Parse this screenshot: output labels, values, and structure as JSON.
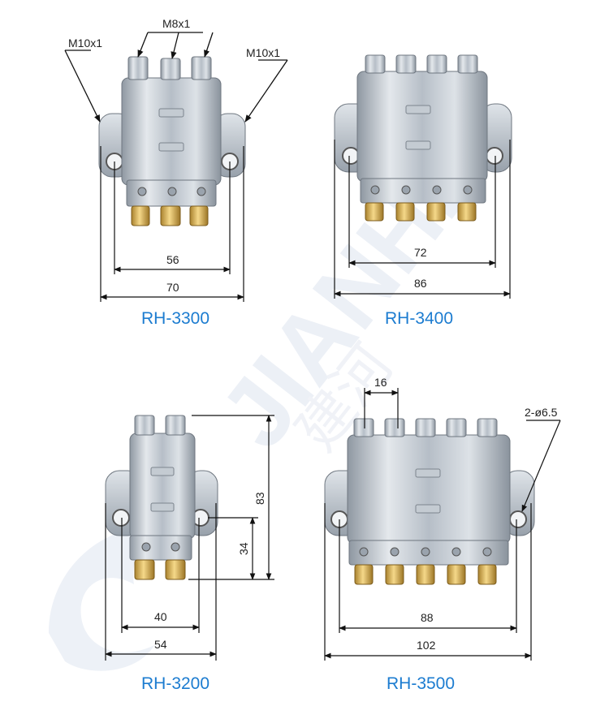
{
  "colors": {
    "model_label": "#1c7cd0",
    "dimension_line": "#111111",
    "body_metal": "#b8c0c8",
    "brass_fitting": "#d8b25a",
    "watermark": "#d5dced"
  },
  "watermark": {
    "latin": "JIANHE",
    "cjk": "建河"
  },
  "blocks": {
    "rh3300": {
      "model": "RH-3300",
      "callouts": {
        "left_port": "M10x1",
        "top_ports": "M8x1",
        "right_port": "M10x1"
      },
      "dims": {
        "inner": "56",
        "outer": "70"
      }
    },
    "rh3400": {
      "model": "RH-3400",
      "dims": {
        "inner": "72",
        "outer": "86"
      }
    },
    "rh3200": {
      "model": "RH-3200",
      "dims": {
        "inner": "40",
        "outer": "54",
        "height_total": "83",
        "height_lower": "34"
      }
    },
    "rh3500": {
      "model": "RH-3500",
      "callouts": {
        "holes": "2-ø6.5"
      },
      "dims": {
        "pitch": "16",
        "inner": "88",
        "outer": "102"
      }
    }
  }
}
